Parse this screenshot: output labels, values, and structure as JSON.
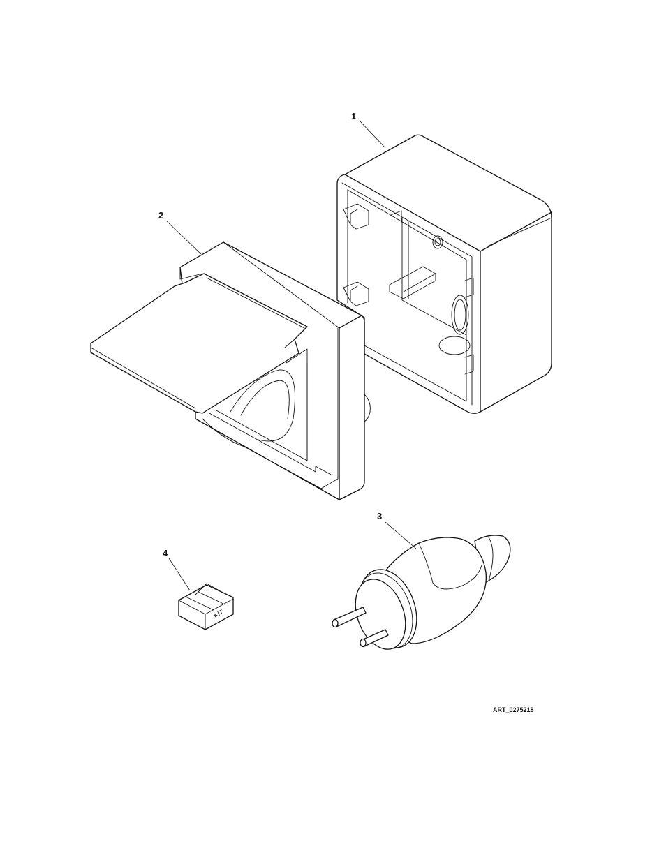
{
  "callouts": {
    "part1": "1",
    "part2": "2",
    "part3": "3",
    "part4": "4"
  },
  "kit_label": "KIT",
  "art_reference": "ART_0275218"
}
